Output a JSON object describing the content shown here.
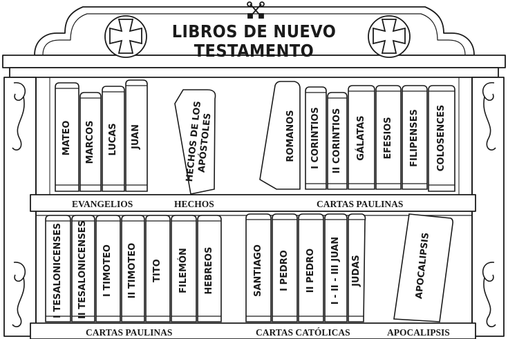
{
  "title": {
    "line1": "LIBROS DE NUEVO",
    "line2": "TESTAMENTO"
  },
  "icons": [
    "crossed-keys-icon",
    "cross-medallion-icon",
    "scroll-ornament-icon"
  ],
  "top_shelf": {
    "books": [
      "MATEO",
      "MARCOS",
      "LUCAS",
      "JUAN",
      "HECHOS DE LOS",
      "APÓSTOLES",
      "ROMANOS",
      "I CORINTIOS",
      "II CORINTIOS",
      "GÁLATAS",
      "EFESIOS",
      "FILIPENSES",
      "COLOSENCES"
    ],
    "labels": [
      "EVANGELIOS",
      "HECHOS",
      "CARTAS PAULINAS"
    ]
  },
  "bottom_shelf": {
    "books": [
      "I TESALONICENSES",
      "II TESALONICENSES",
      "I TIMOTEO",
      "II TIMOTEO",
      "TITO",
      "FILEMÓN",
      "HEBREOS",
      "SANTIAGO",
      "I PEDRO",
      "II PEDRO",
      "I - II - III JUAN",
      "JUDAS",
      "APOCALIPSIS"
    ],
    "labels": [
      "CARTAS PAULINAS",
      "CARTAS CATÓLICAS",
      "APOCALIPSIS"
    ]
  }
}
